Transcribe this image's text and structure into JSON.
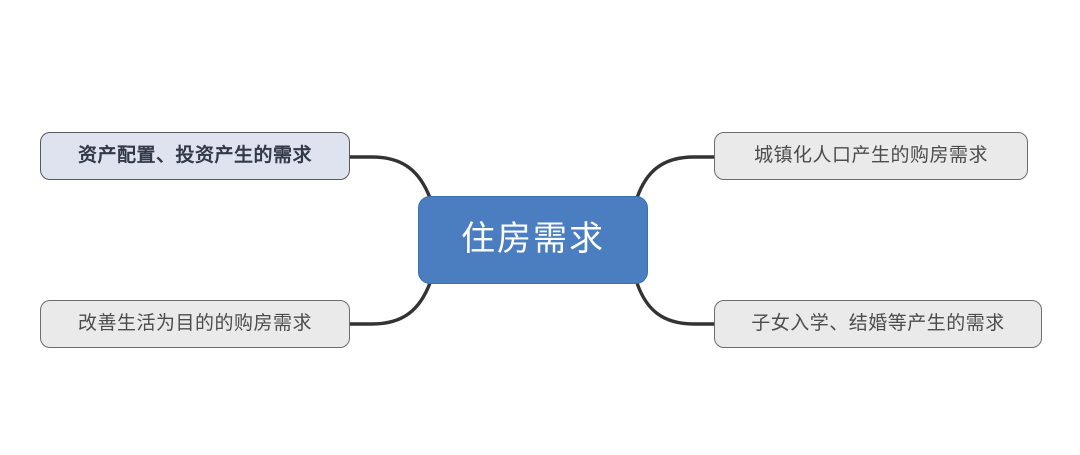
{
  "diagram": {
    "type": "mind-map",
    "title": "住房需求",
    "background_color": "#ffffff",
    "central_node": {
      "label": "住房需求",
      "fill_color": "#4a7ec0",
      "text_color": "#ffffff"
    },
    "branches": [
      {
        "id": "top-left",
        "label": "资产配置、投资产生的需求",
        "position": "top-left",
        "fill_color": "#dfe3f0",
        "text_color": "#333a47",
        "emphasis": "bold"
      },
      {
        "id": "top-right",
        "label": "城镇化人口产生的购房需求",
        "position": "top-right",
        "fill_color": "#eaeaea",
        "text_color": "#4c4c4c",
        "emphasis": "normal"
      },
      {
        "id": "bottom-left",
        "label": "改善生活为目的的购房需求",
        "position": "bottom-left",
        "fill_color": "#eaeaea",
        "text_color": "#4c4c4c",
        "emphasis": "normal"
      },
      {
        "id": "bottom-right",
        "label": "子女入学、结婚等产生的需求",
        "position": "bottom-right",
        "fill_color": "#eaeaea",
        "text_color": "#4c4c4c",
        "emphasis": "normal"
      }
    ],
    "connector_color": "#333333"
  }
}
